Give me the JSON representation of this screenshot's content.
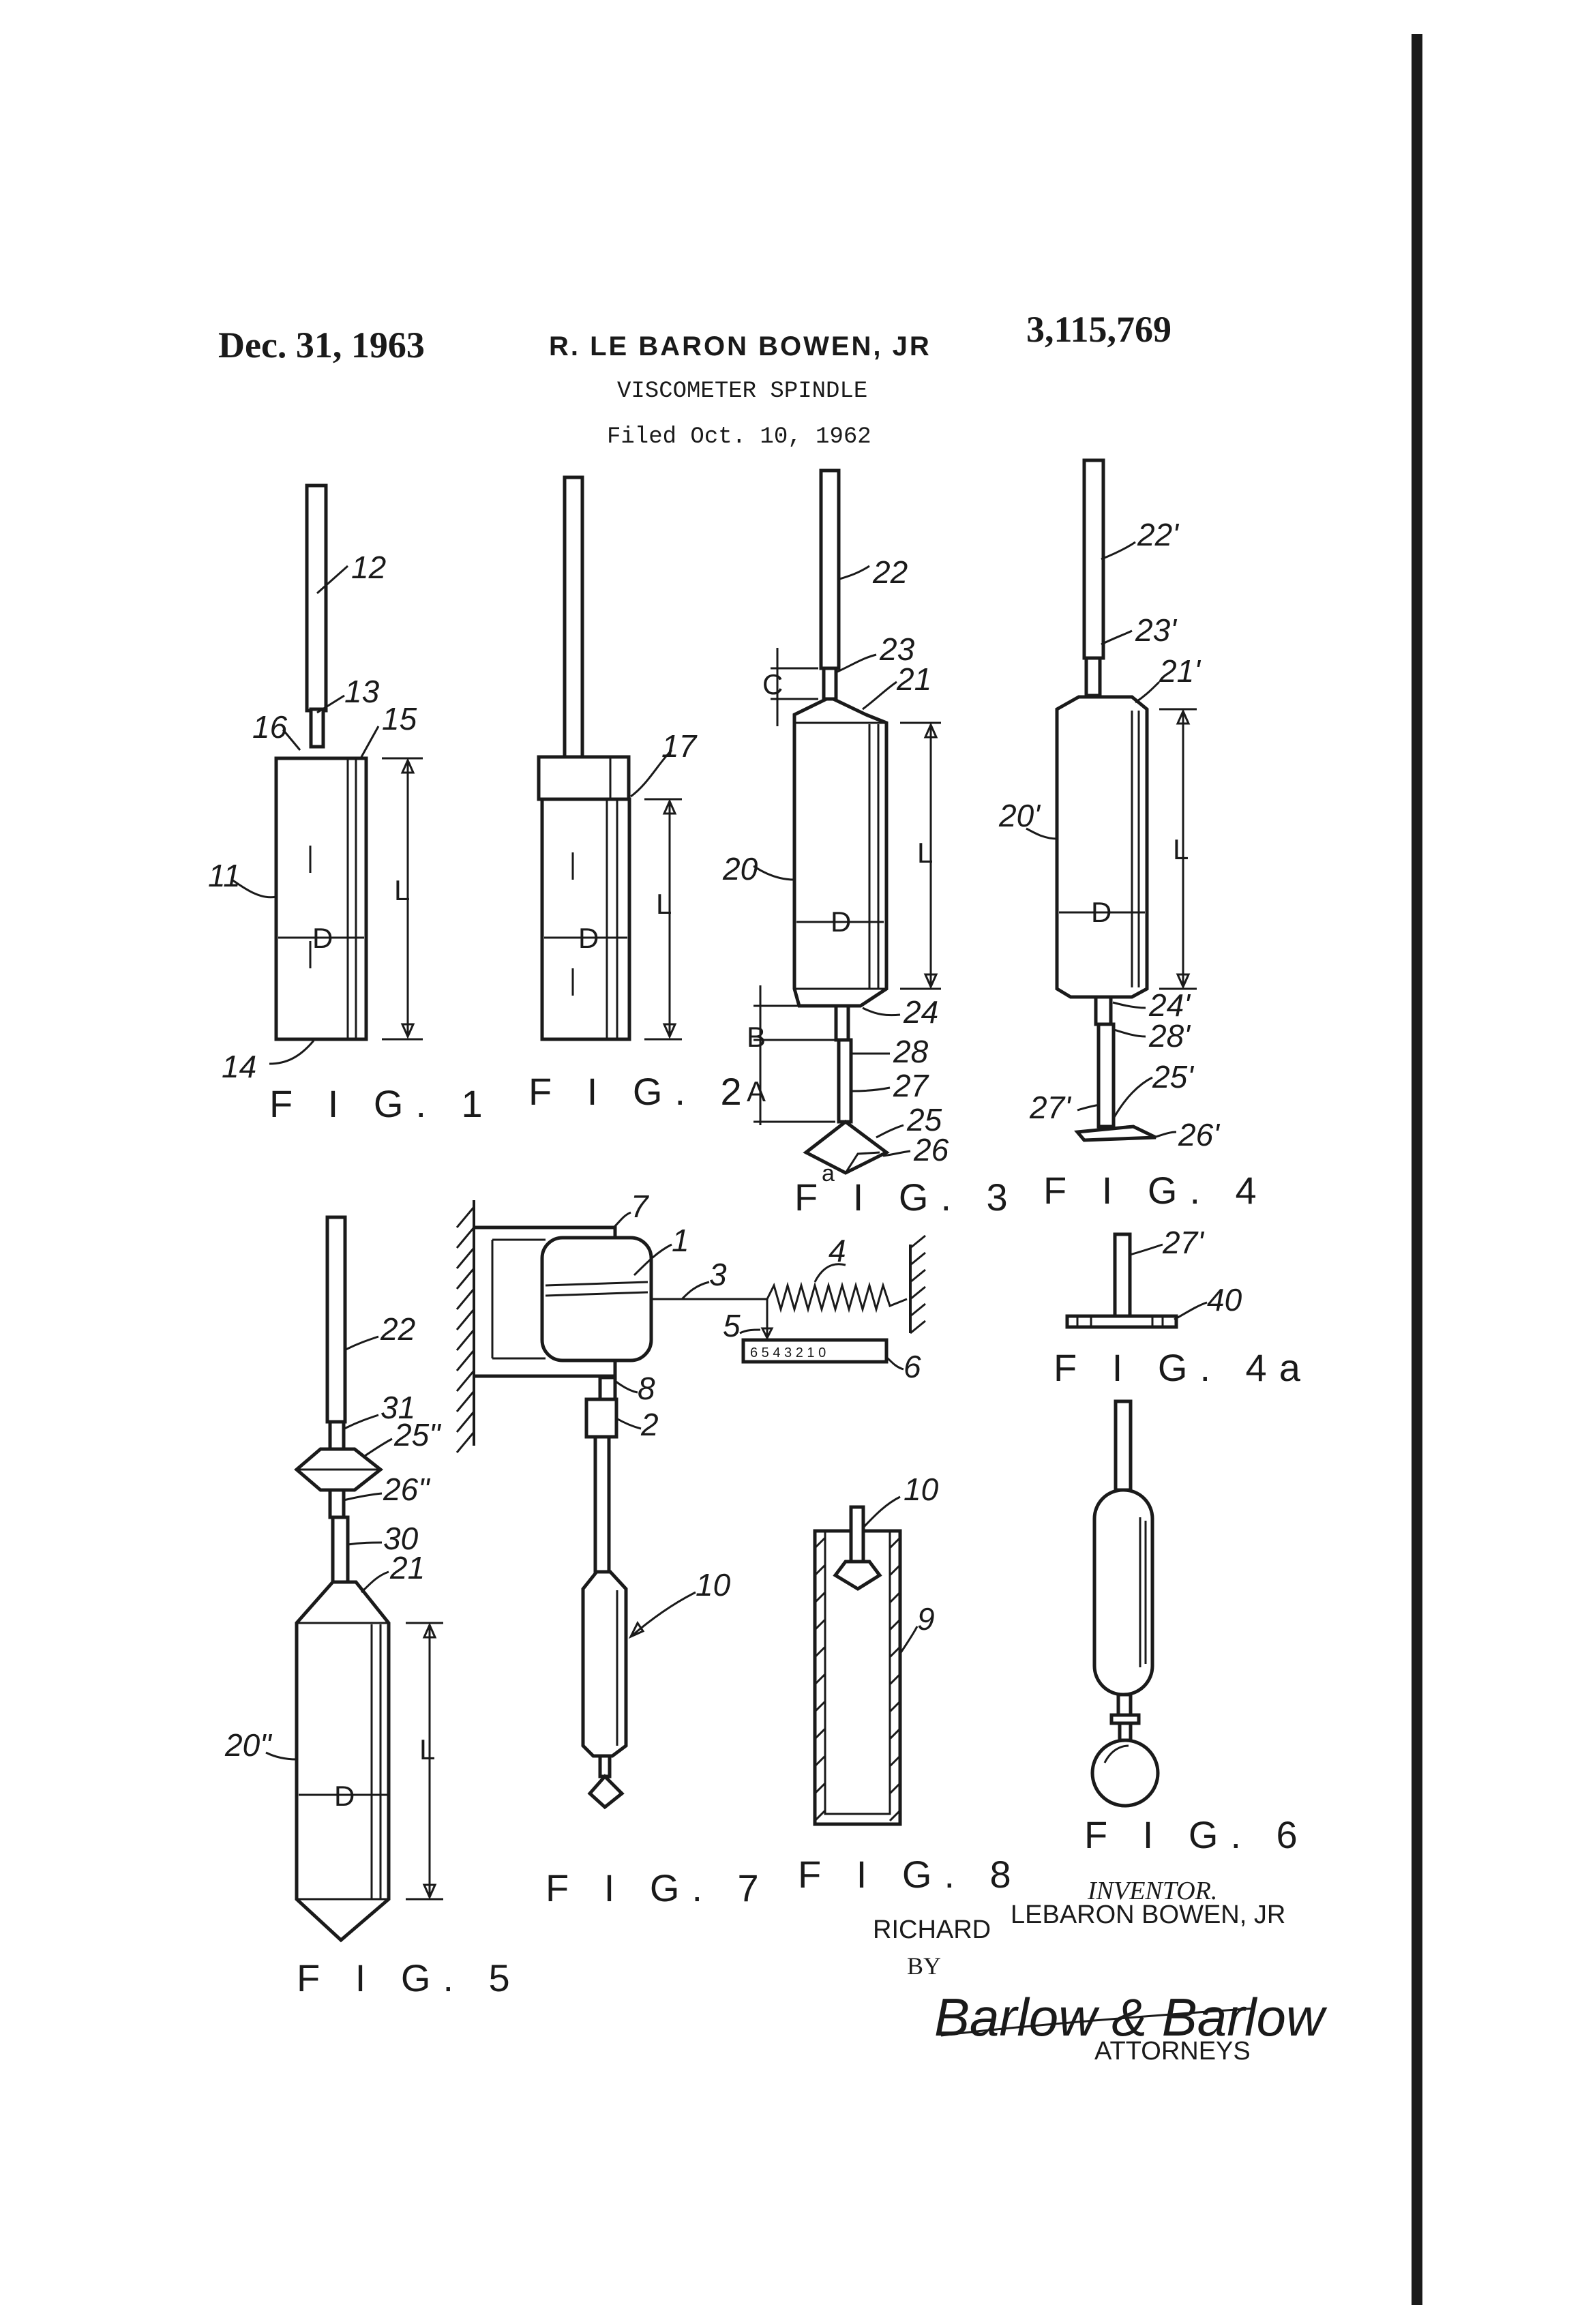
{
  "header": {
    "date": "Dec. 31, 1963",
    "inventor": "R. LE BARON BOWEN, JR",
    "patent_number": "3,115,769",
    "title": "VISCOMETER SPINDLE",
    "filed": "Filed Oct. 10, 1962"
  },
  "figures": {
    "fig1": {
      "label": "F I G. 1",
      "refs": [
        "12",
        "13",
        "16",
        "15",
        "11",
        "14"
      ],
      "dims": [
        "L",
        "D"
      ]
    },
    "fig2": {
      "label": "F I G. 2",
      "refs": [
        "17"
      ],
      "dims": [
        "L",
        "D"
      ]
    },
    "fig3": {
      "label": "F I G. 3",
      "refs": [
        "22",
        "23",
        "21",
        "20",
        "24",
        "28",
        "27",
        "25",
        "26"
      ],
      "dims": [
        "C",
        "L",
        "D",
        "B",
        "A",
        "a"
      ]
    },
    "fig4": {
      "label": "F I G. 4",
      "refs": [
        "22'",
        "23'",
        "21'",
        "20'",
        "24'",
        "28'",
        "27'",
        "25'",
        "26'"
      ],
      "dims": [
        "L",
        "D"
      ]
    },
    "fig4a": {
      "label": "F I G. 4a",
      "refs": [
        "27'",
        "40"
      ]
    },
    "fig5": {
      "label": "F I G. 5",
      "refs": [
        "22",
        "31",
        "25\"",
        "26\"",
        "30",
        "21",
        "20\""
      ],
      "dims": [
        "L",
        "D"
      ]
    },
    "fig6": {
      "label": "F I G. 6"
    },
    "fig7": {
      "label": "F I G. 7",
      "refs": [
        "7",
        "1",
        "3",
        "4",
        "5",
        "6",
        "8",
        "2",
        "10"
      ],
      "scale": "6 5 4 3 2 1 0"
    },
    "fig8": {
      "label": "F I G. 8",
      "refs": [
        "10",
        "9"
      ]
    }
  },
  "inventor_block": {
    "heading": "INVENTOR.",
    "name_line1": "RICHARD",
    "name_line2": "LEBARON BOWEN, JR",
    "by": "BY",
    "signature": "Barlow & Barlow",
    "attorneys": "ATTORNEYS"
  }
}
